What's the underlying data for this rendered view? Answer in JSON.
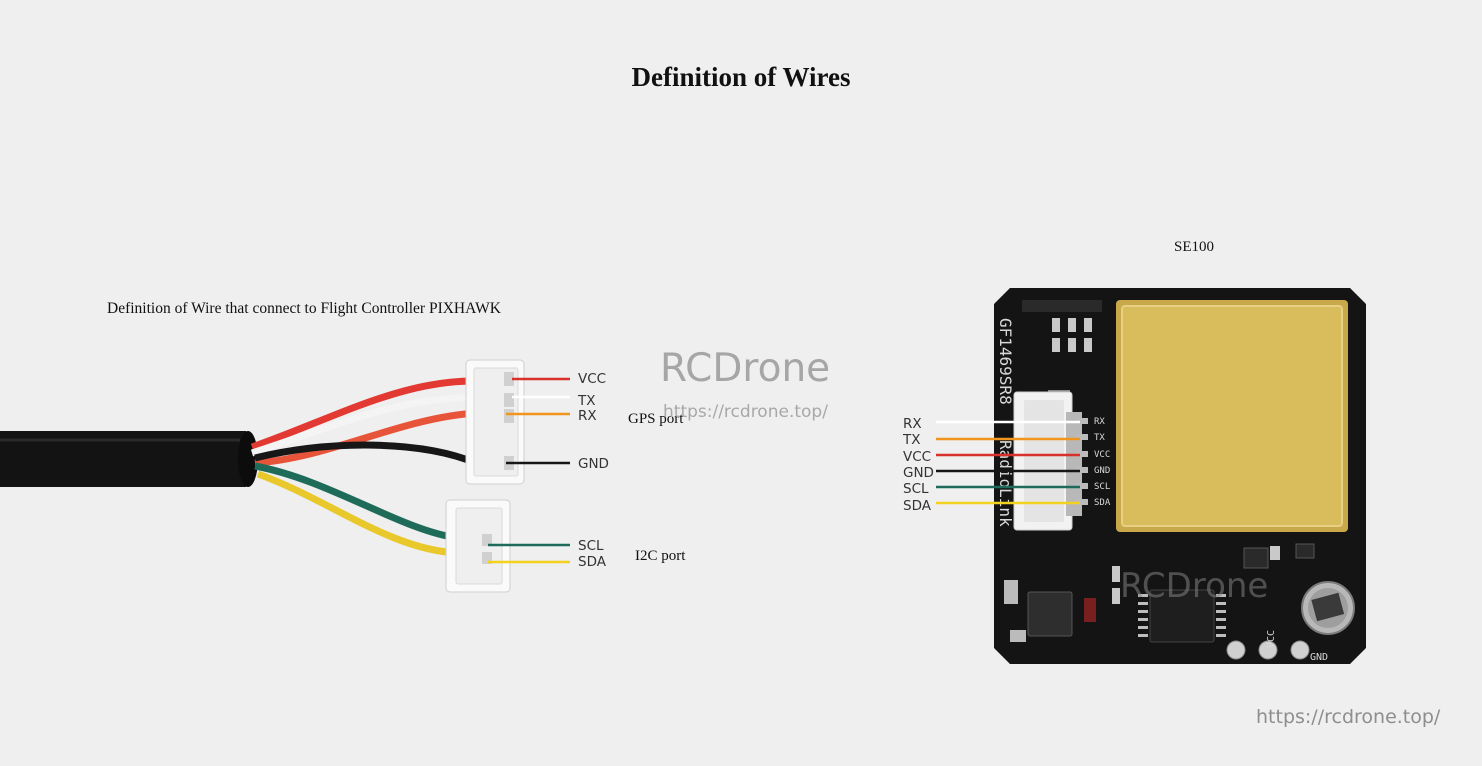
{
  "title": "Definition of Wires",
  "left": {
    "caption": "Definition of Wire that connect to Flight Controller PIXHAWK",
    "gps_port": {
      "label": "GPS port",
      "wires": [
        {
          "name": "VCC",
          "color": "#e23a32"
        },
        {
          "name": "TX",
          "color": "#ffffff"
        },
        {
          "name": "RX",
          "color": "#f39a1c"
        },
        {
          "name": "GND",
          "color": "#1a1a1a"
        }
      ]
    },
    "i2c_port": {
      "label": "I2C port",
      "wires": [
        {
          "name": "SCL",
          "color": "#1f6b5a"
        },
        {
          "name": "SDA",
          "color": "#f2d21f"
        }
      ]
    }
  },
  "right": {
    "caption": "SE100",
    "wires": [
      {
        "name": "RX",
        "color": "#ffffff"
      },
      {
        "name": "TX",
        "color": "#f39a1c"
      },
      {
        "name": "VCC",
        "color": "#e23a32"
      },
      {
        "name": "GND",
        "color": "#1a1a1a"
      },
      {
        "name": "SCL",
        "color": "#1f6b5a"
      },
      {
        "name": "SDA",
        "color": "#f2d21f"
      }
    ],
    "board": {
      "name_text": "GF1469SR8",
      "maker_text": "RadioLink",
      "pad_labels": [
        "VCC",
        "GND"
      ],
      "connector_labels": [
        "RX",
        "TX",
        "VCC",
        "GND",
        "SCL",
        "SDA"
      ]
    }
  },
  "watermarks": {
    "brand": "RCDrone",
    "url": "https://rcdrone.top/",
    "board_brand": "RCDrone",
    "bottom_url": "https://rcdrone.top/"
  }
}
